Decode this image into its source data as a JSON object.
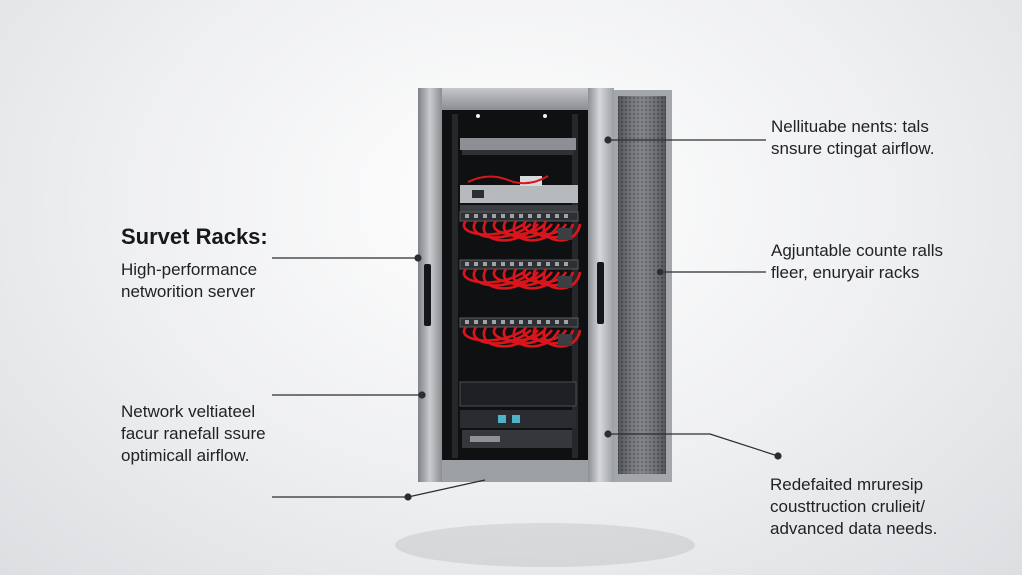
{
  "title": "Survet Racks:",
  "callouts": {
    "left_top": [
      "High-performance",
      "networition server"
    ],
    "left_bottom": [
      "Network veltiateel",
      "facur ranefall ssure",
      "optimicall airflow."
    ],
    "right_top": [
      "Nellituabe nents: tals",
      "snsure ctingat airflow."
    ],
    "right_middle": [
      "Agjuntable counte ralls",
      "fleer, enuryair racks"
    ],
    "right_bottom": [
      "Redefaited mruresip",
      "cousttruction crulieit/",
      "advanced data needs."
    ]
  },
  "colors": {
    "cable": "#d8161b",
    "rack_frame": "#9a9da1",
    "rack_interior": "#111214",
    "leader_line": "#2b2d31"
  },
  "components": [
    "server-rack",
    "perforated-side-panel",
    "patch-panel",
    "red-network-cables",
    "network-switch",
    "server-unit"
  ]
}
